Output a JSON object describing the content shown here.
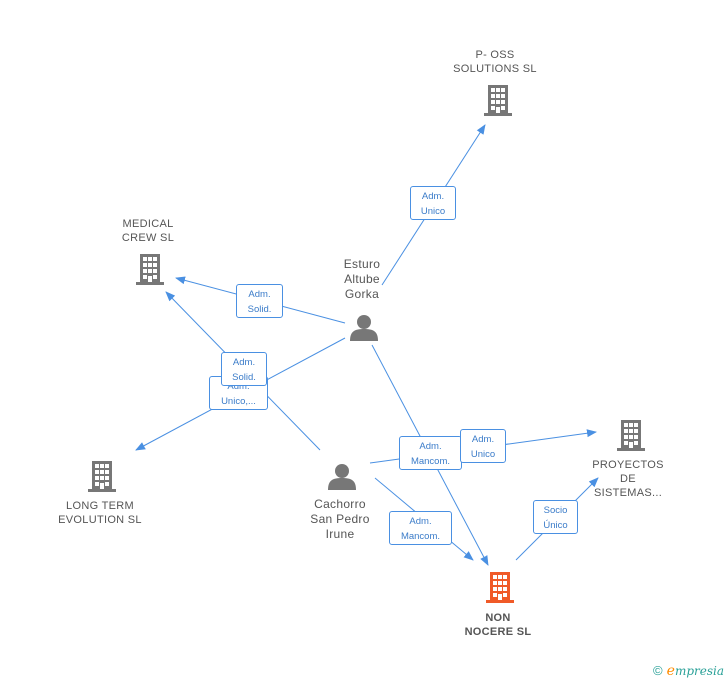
{
  "nodes": {
    "p_oss": {
      "line1": "P- OSS",
      "line2": "SOLUTIONS SL"
    },
    "medical_crew": {
      "line1": "MEDICAL",
      "line2": "CREW  SL"
    },
    "esturo": {
      "line1": "Esturo",
      "line2": "Altube",
      "line3": "Gorka"
    },
    "long_term": {
      "line1": "LONG TERM",
      "line2": "EVOLUTION SL"
    },
    "cachorro": {
      "line1": "Cachorro",
      "line2": "San Pedro",
      "line3": "Irune"
    },
    "proyectos": {
      "line1": "PROYECTOS",
      "line2": "DE",
      "line3": "SISTEMAS..."
    },
    "non_nocere": {
      "line1": "NON",
      "line2": "NOCERE  SL"
    }
  },
  "edges": {
    "adm_unico_poss": {
      "line1": "Adm.",
      "line2": "Unico"
    },
    "adm_solid_medical": {
      "line1": "Adm.",
      "line2": "Solid."
    },
    "adm_solid_cachorro": {
      "line1": "Adm.",
      "line2": "Solid."
    },
    "adm_unico_longterm": {
      "line1": "Adm.",
      "line2": "Unico,..."
    },
    "adm_mancom_esturo": {
      "line1": "Adm.",
      "line2": "Mancom."
    },
    "adm_unico_proyectos": {
      "line1": "Adm.",
      "line2": "Unico"
    },
    "adm_mancom_cachorro": {
      "line1": "Adm.",
      "line2": "Mancom."
    },
    "socio_unico": {
      "line1": "Socio",
      "line2": "Único"
    }
  },
  "footer": {
    "copyright": "©",
    "brand_e": "e",
    "brand_rest": "mpresia"
  },
  "colors": {
    "edge": "#4a90e2",
    "building": "#777777",
    "main_building": "#f05a28",
    "person": "#777777"
  }
}
